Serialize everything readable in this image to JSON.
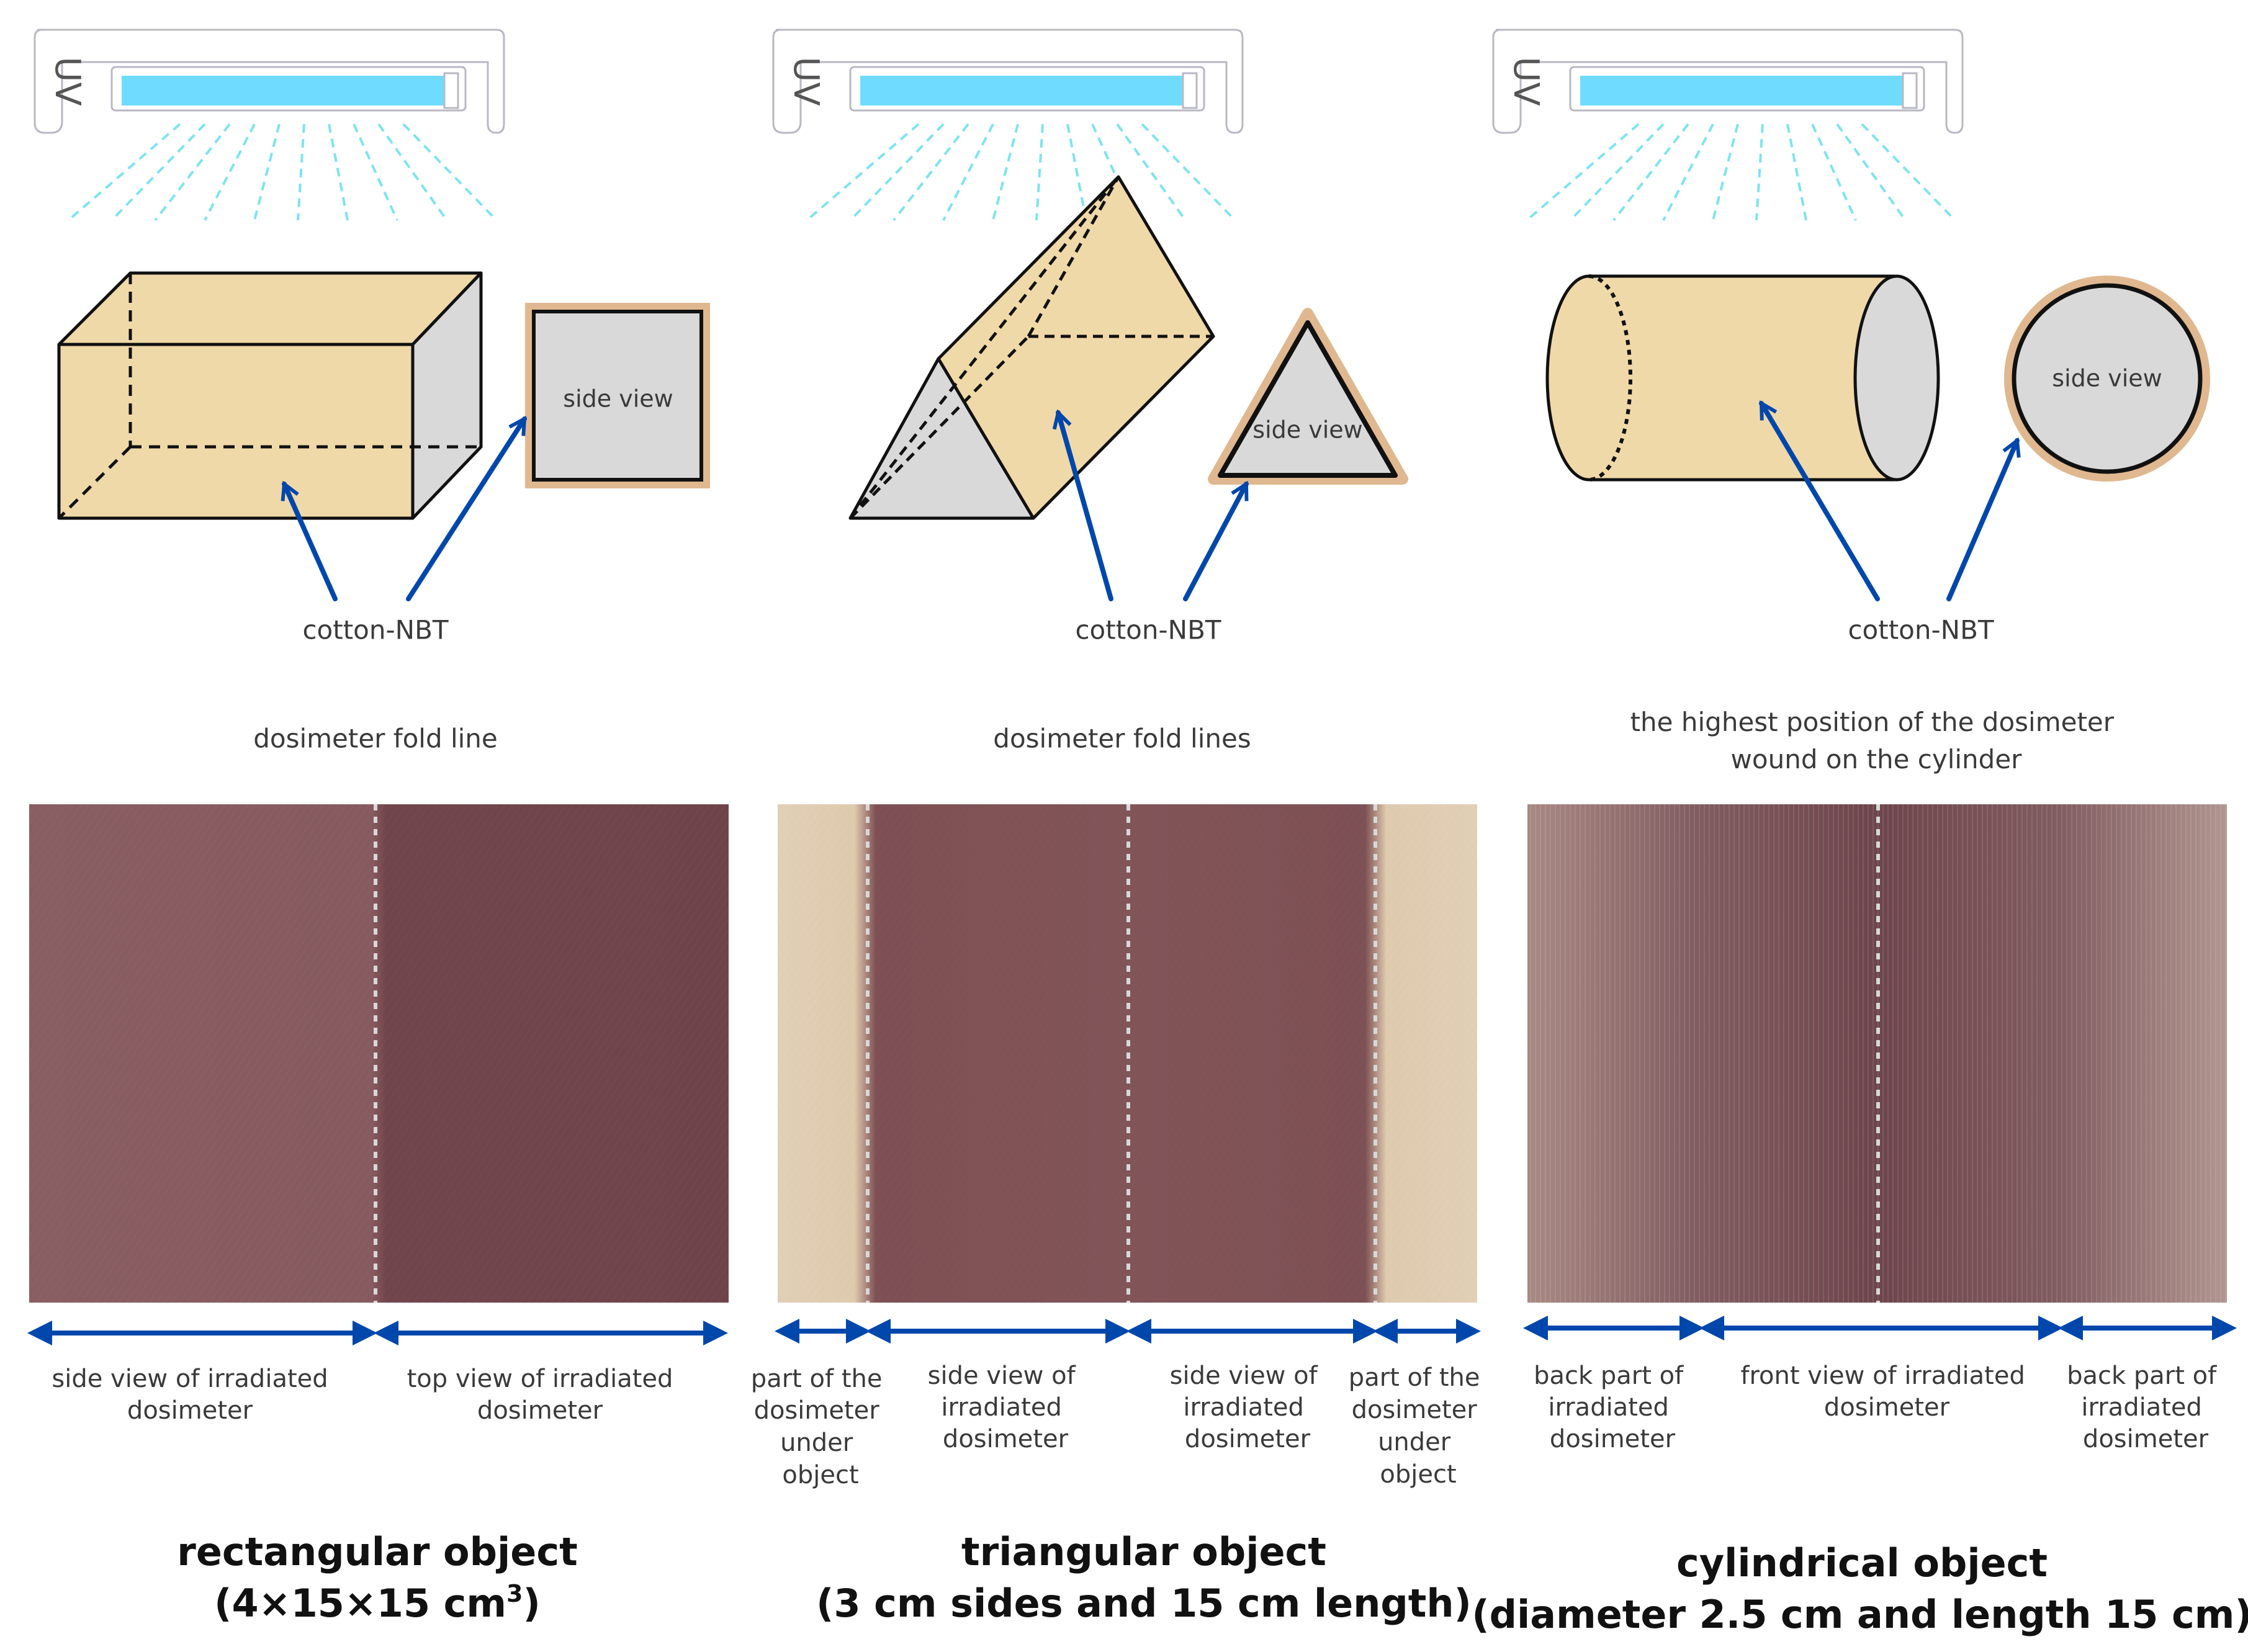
{
  "uv_lamp_label": "UV",
  "colors": {
    "cotton": "#f0d9a8",
    "end_face": "#d9d9d9",
    "arrow_blue": "#0047ab",
    "uv_tube": "#6fdcff",
    "uv_ray": "#7ee3f0",
    "side_view_border": "#e0b890",
    "irradiated_fabric": "#7a4a50",
    "unirradiated_fabric": "#efe2c4"
  },
  "panels": [
    {
      "id": "rectangular",
      "side_view_label": "side view",
      "material_label": "cotton-NBT",
      "fold_caption": [
        "dosimeter fold line"
      ],
      "region_labels": [
        [
          "side view of irradiated",
          "dosimeter"
        ],
        [
          "top view of irradiated",
          "dosimeter"
        ]
      ],
      "title_line1": "rectangular object",
      "title_line2_main": "(4×15×15 cm",
      "title_line2_sup": "3",
      "title_line2_end": ")"
    },
    {
      "id": "triangular",
      "side_view_label": "side view",
      "material_label": "cotton-NBT",
      "fold_caption": [
        "dosimeter fold lines"
      ],
      "region_labels": [
        [
          "part of the",
          "dosimeter",
          "under",
          "object"
        ],
        [
          "side view of",
          "irradiated",
          "dosimeter"
        ],
        [
          "side view of",
          "irradiated",
          "dosimeter"
        ],
        [
          "part of the",
          "dosimeter",
          "under",
          "object"
        ]
      ],
      "title_line1": "triangular object",
      "title_line2": "(3 cm sides and 15 cm length)"
    },
    {
      "id": "cylindrical",
      "side_view_label": "side view",
      "material_label": "cotton-NBT",
      "fold_caption": [
        "the highest position of the dosimeter",
        "wound on the cylinder"
      ],
      "region_labels": [
        [
          "back part of",
          "irradiated",
          "dosimeter"
        ],
        [
          "front view of irradiated",
          "dosimeter"
        ],
        [
          "back part of",
          "irradiated",
          "dosimeter"
        ]
      ],
      "title_line1": "cylindrical object",
      "title_line2": "(diameter 2.5 cm and length 15 cm)"
    }
  ]
}
